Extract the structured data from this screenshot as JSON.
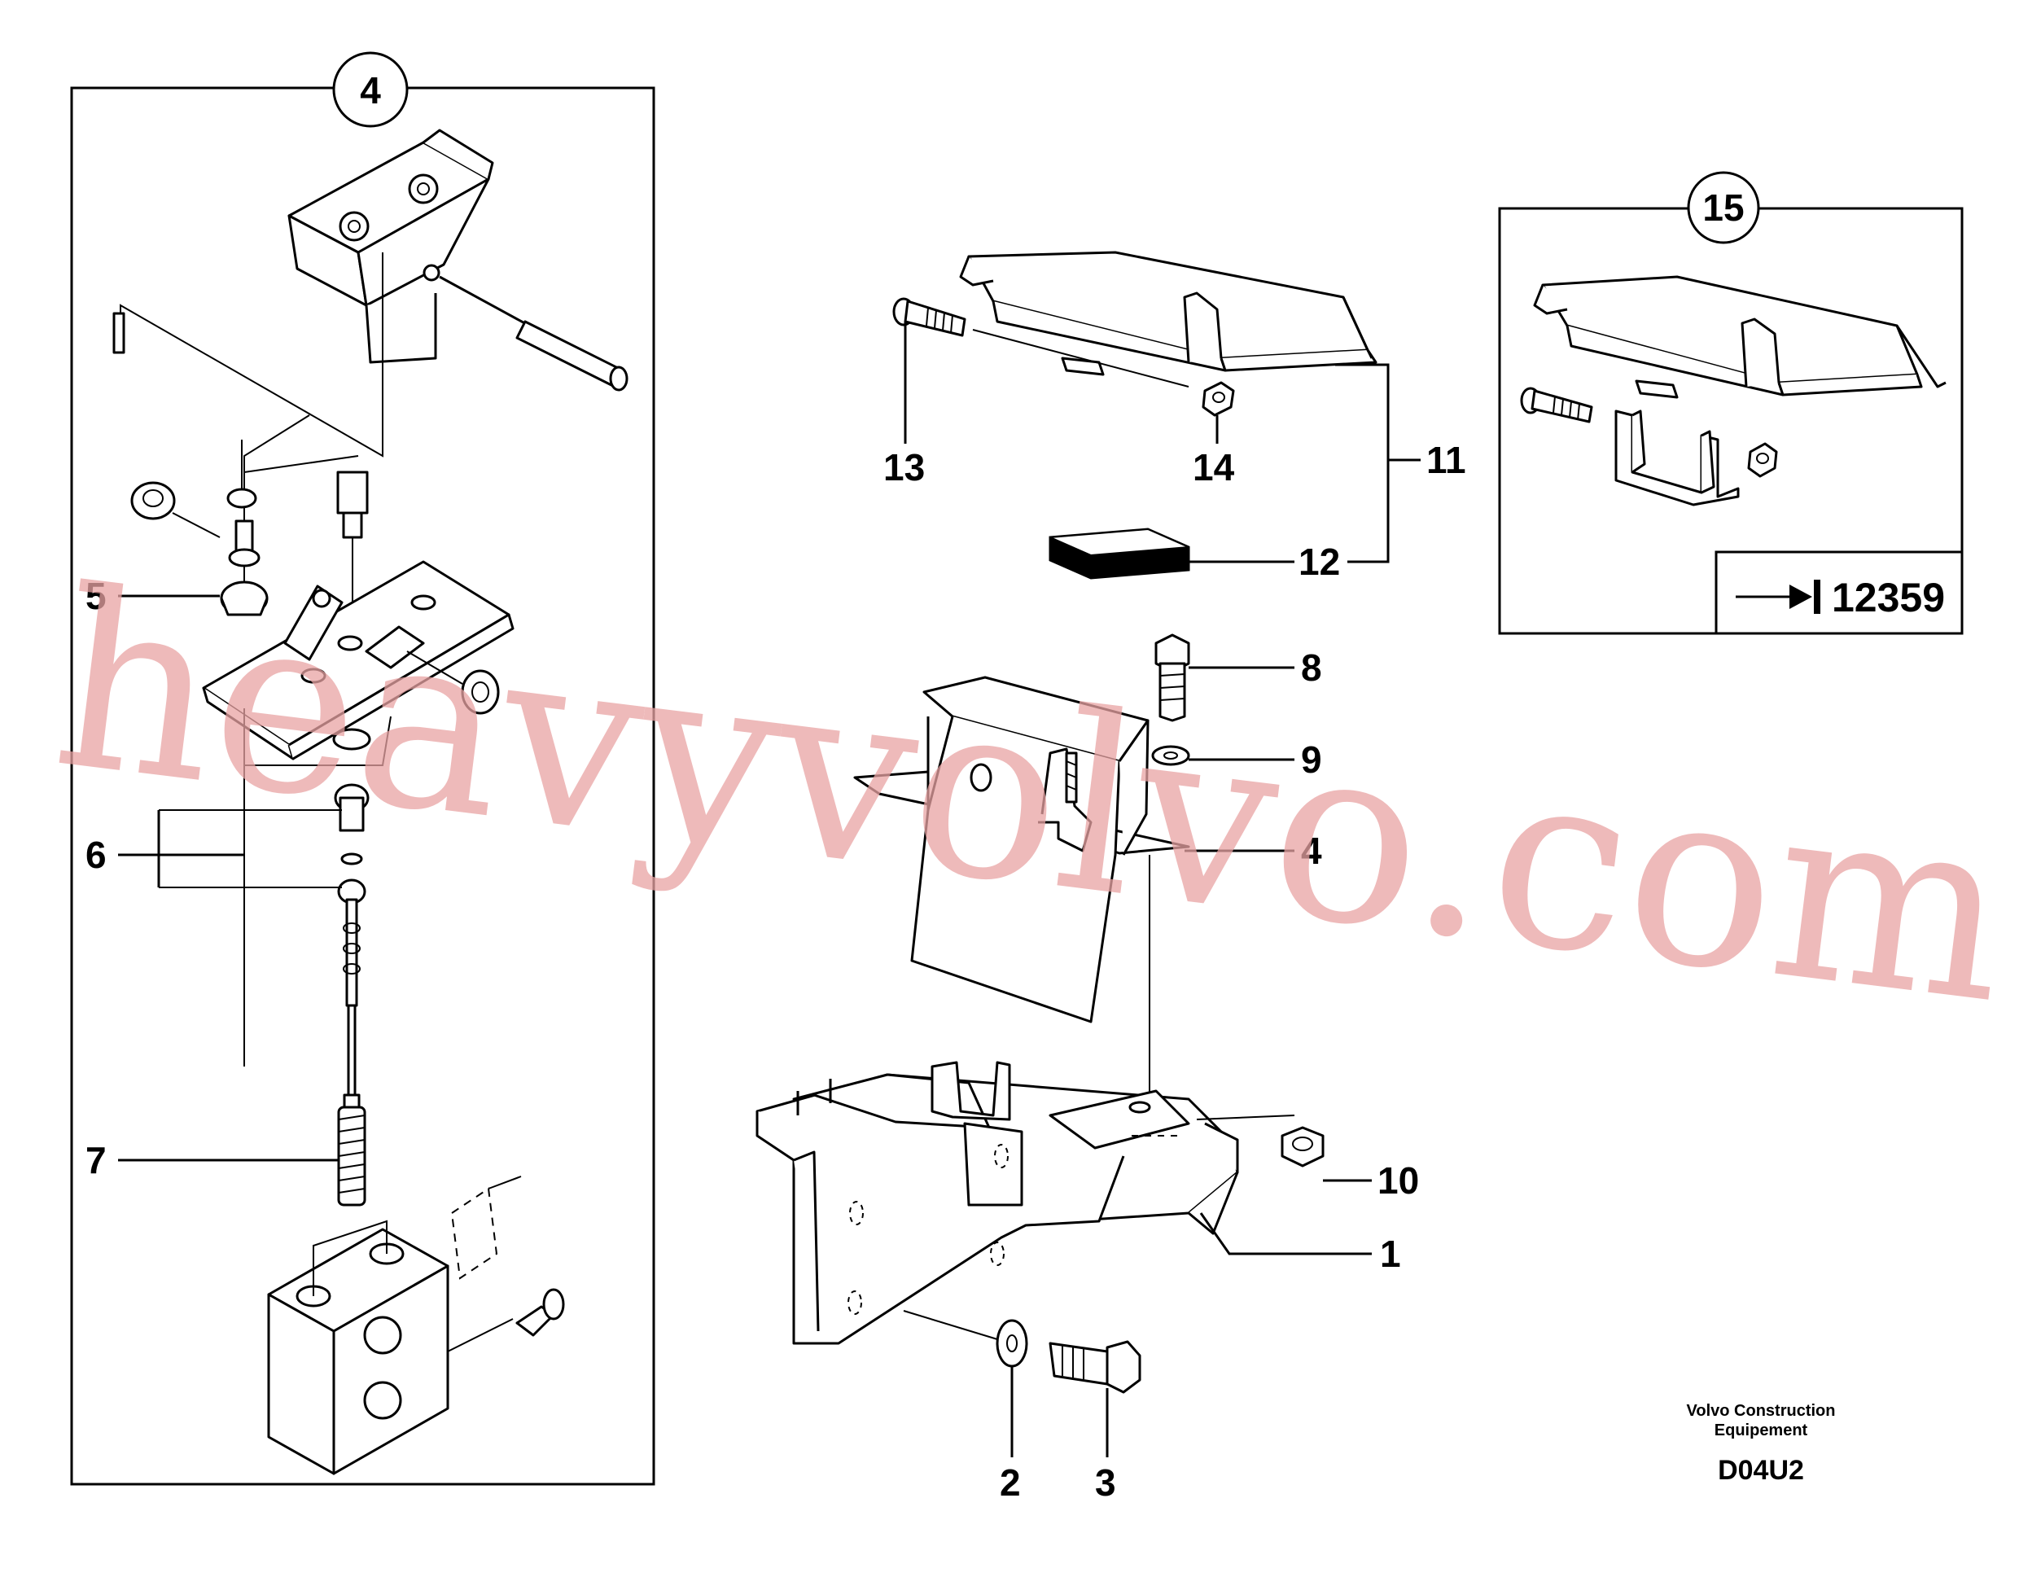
{
  "callouts": {
    "detail_4": "4",
    "detail_15": "15"
  },
  "labels": {
    "l1": "1",
    "l2": "2",
    "l3": "3",
    "l4": "4",
    "l5": "5",
    "l6": "6",
    "l7": "7",
    "l8": "8",
    "l9": "9",
    "l10": "10",
    "l11": "11",
    "l12": "12",
    "l13": "13",
    "l14": "14"
  },
  "reference": {
    "arrow_symbol": "→",
    "number": "12359"
  },
  "footer": {
    "company_line1": "Volvo Construction",
    "company_line2": "Equipement",
    "drawing_code": "D04U2"
  },
  "watermark": "heavyvolvo.com",
  "colors": {
    "ink": "#000000",
    "watermark": "#e9a3a3",
    "background": "#ffffff"
  }
}
